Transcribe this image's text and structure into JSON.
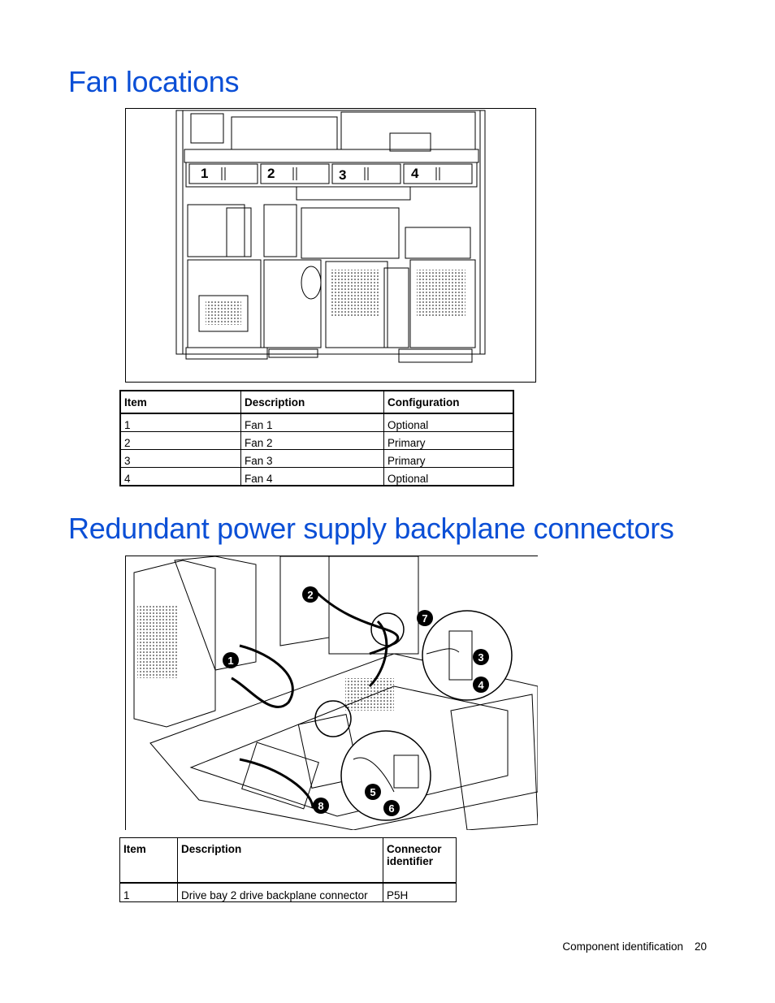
{
  "sections": {
    "fan_title": "Fan locations",
    "rps_title": "Redundant power supply backplane connectors"
  },
  "fan_diagram": {
    "callouts": [
      "1",
      "2",
      "3",
      "4"
    ]
  },
  "fan_table": {
    "headers": [
      "Item",
      "Description",
      "Configuration"
    ],
    "rows": [
      [
        "1",
        "Fan 1",
        "Optional"
      ],
      [
        "2",
        "Fan 2",
        "Primary"
      ],
      [
        "3",
        "Fan 3",
        "Primary"
      ],
      [
        "4",
        "Fan 4",
        "Optional"
      ]
    ]
  },
  "connector_diagram": {
    "callouts": [
      "1",
      "2",
      "3",
      "4",
      "5",
      "6",
      "7",
      "8"
    ]
  },
  "connector_table": {
    "headers": [
      "Item",
      "Description",
      "Connector identifier"
    ],
    "rows": [
      [
        "1",
        "Drive bay 2 drive backplane connector",
        "P5H"
      ]
    ]
  },
  "footer": {
    "section": "Component identification",
    "page": "20"
  }
}
